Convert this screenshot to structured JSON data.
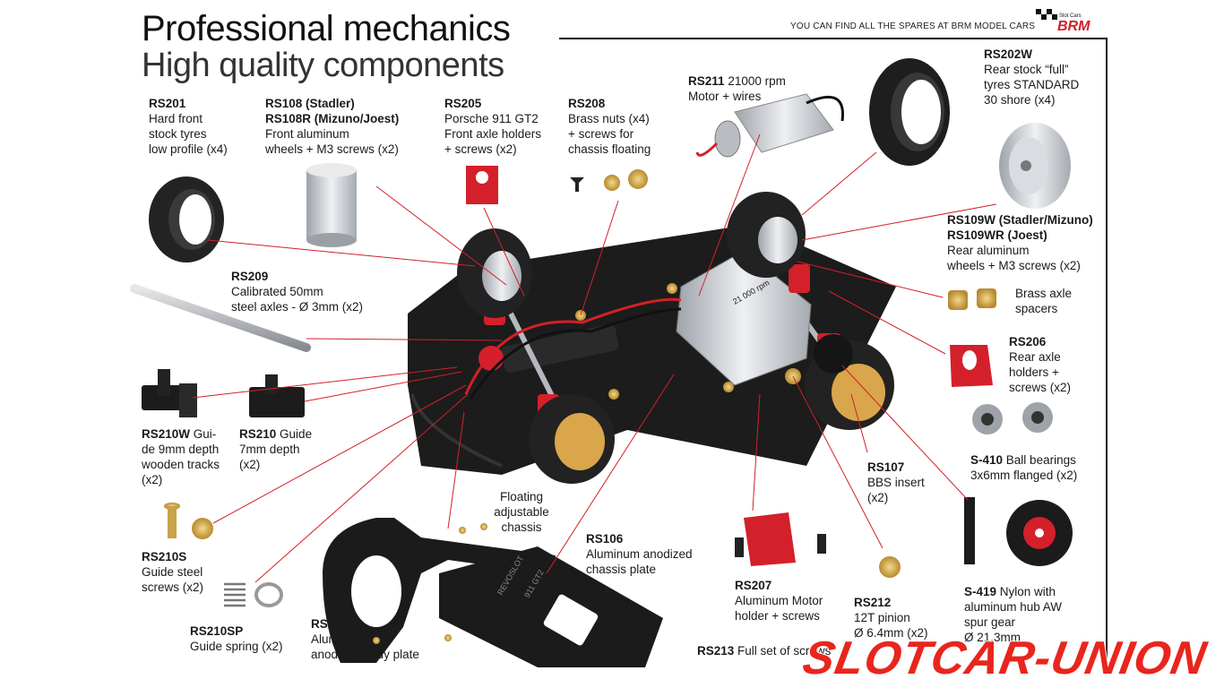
{
  "header": {
    "title": "Professional mechanics",
    "subtitle": "High quality components",
    "spares_note": "YOU CAN FIND ALL THE SPARES AT BRM MODEL CARS",
    "brand_logo_text": "BRM",
    "brand_logo_small": "Slot Cars"
  },
  "parts": {
    "rs201": {
      "code": "RS201",
      "lines": [
        "Hard front",
        "stock tyres",
        "low profile (x4)"
      ]
    },
    "rs108": {
      "code": "RS108 (Stadler)",
      "code2": "RS108R (Mizuno/Joest)",
      "lines": [
        "Front aluminum",
        "wheels + M3 screws (x2)"
      ]
    },
    "rs205": {
      "code": "RS205",
      "lines": [
        "Porsche 911 GT2",
        "Front axle holders",
        "+ screws (x2)"
      ]
    },
    "rs208": {
      "code": "RS208",
      "lines": [
        "Brass nuts (x4)",
        "+ screws for",
        "chassis floating"
      ]
    },
    "rs211": {
      "code": "RS211",
      "inline": "21000 rpm",
      "lines": [
        "Motor + wires"
      ]
    },
    "rs202w": {
      "code": "RS202W",
      "lines": [
        "Rear stock “full”",
        "tyres STANDARD",
        "30 shore (x4)"
      ]
    },
    "rs109w": {
      "code": "RS109W (Stadler/Mizuno)",
      "code2": "RS109WR (Joest)",
      "lines": [
        "Rear aluminum",
        "wheels + M3 screws (x2)"
      ]
    },
    "spacers": {
      "lines": [
        "Brass axle",
        "spacers"
      ]
    },
    "rs206": {
      "code": "RS206",
      "lines": [
        "Rear axle",
        "holders +",
        "screws (x2)"
      ]
    },
    "s410": {
      "code": "S-410",
      "inline": "Ball bearings",
      "lines": [
        "3x6mm flanged (x2)"
      ]
    },
    "rs209": {
      "code": "RS209",
      "lines": [
        "Calibrated 50mm",
        "steel axles - Ø 3mm (x2)"
      ]
    },
    "rs210w": {
      "code": "RS210W",
      "inline": "Gui-",
      "lines": [
        "de 9mm depth",
        "wooden tracks",
        "(x2)"
      ]
    },
    "rs210": {
      "code": "RS210",
      "inline": "Guide",
      "lines": [
        "7mm depth",
        "(x2)"
      ]
    },
    "rs107": {
      "code": "RS107",
      "lines": [
        "BBS insert",
        "(x2)"
      ]
    },
    "floating": {
      "lines": [
        "Floating",
        "adjustable",
        "chassis"
      ]
    },
    "rs106": {
      "code": "RS106",
      "lines": [
        "Aluminum anodized",
        "chassis plate"
      ]
    },
    "rs210s": {
      "code": "RS210S",
      "lines": [
        "Guide steel",
        "screws (x2)"
      ]
    },
    "rs207": {
      "code": "RS207",
      "lines": [
        "Aluminum Motor",
        "holder + screws"
      ]
    },
    "rs212": {
      "code": "RS212",
      "lines": [
        "12T pinion",
        "Ø 6.4mm (x2)"
      ]
    },
    "s419": {
      "code": "S-419",
      "inline": "Nylon with",
      "lines": [
        "aluminum hub AW",
        "spur gear",
        "Ø 21.3mm"
      ]
    },
    "rs210sp": {
      "code": "RS210SP",
      "lines": [
        "Guide spring (x2)"
      ]
    },
    "rs105": {
      "code": "RS105",
      "lines": [
        "Aluminum",
        "anodized body plate"
      ]
    },
    "rs213": {
      "code": "RS213",
      "inline": "Full set of screws"
    }
  },
  "motor_can_text": "21 000 rpm",
  "plate_engraving": [
    "REVOSLOT",
    "911 GT2"
  ],
  "watermark": "SLOTCAR-UNION",
  "colors": {
    "leader": "#d32027",
    "accent_red": "#d4202a",
    "chassis": "#1c1c1c",
    "brass": "#c9a24a",
    "aluminum": "#c9ccd1"
  }
}
